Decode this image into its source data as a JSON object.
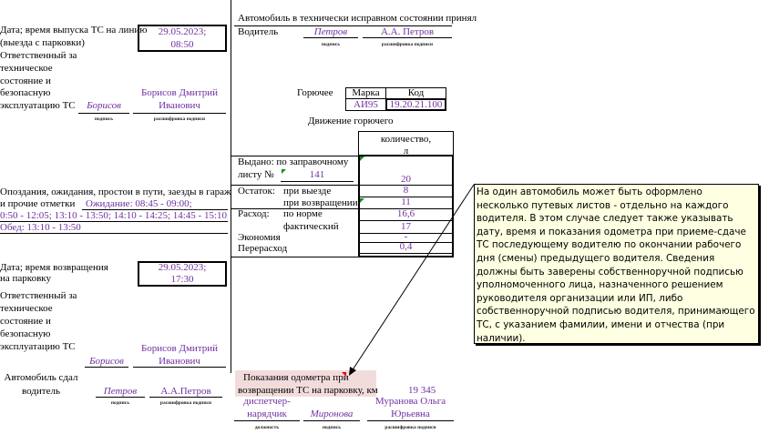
{
  "departure": {
    "label_line1": "Дата; время выпуска ТС на линию",
    "label_line2": "(выезда с парковки)",
    "date": "29.05.2023;",
    "time": "08:50",
    "responsible_lines": [
      "Ответственный за",
      "техническое",
      "состояние и",
      "безопасную",
      "эксплуатацию ТС"
    ],
    "signature": "Борисов",
    "name_line1": "Борисов Дмитрий",
    "name_line2": "Иванович",
    "sig_caption": "подпись",
    "name_caption": "расшифровка подписи"
  },
  "accepted": {
    "title": "Автомобиль в технически исправном состоянии принял",
    "driver_label": "Водитель",
    "signature": "Петров",
    "name": "А.А. Петров",
    "sig_caption": "подпись",
    "name_caption": "расшифровка подписи"
  },
  "fuel": {
    "label": "Горючее",
    "brand_header": "Марка",
    "code_header": "Код",
    "brand": "АИ95",
    "code": "19.20.21.100",
    "movement_title": "Движение горючего",
    "qty_header_1": "количество,",
    "qty_header_2": "л",
    "issued_1": "Выдано: по заправочному",
    "issued_2": "листу №",
    "sheet_no": "141",
    "issued_value": "20",
    "remain_label": "Остаток:",
    "on_departure": "при выезде",
    "on_departure_value": "8",
    "on_return": "при возвращении",
    "on_return_value": "11",
    "consumption_label": "Расход:",
    "by_norm": "по норме",
    "by_norm_value": "16,6",
    "actual": "фактический",
    "actual_value": "17",
    "economy": "Экономия",
    "economy_value": "-",
    "overuse": "Перерасход",
    "overuse_value": "0,4"
  },
  "delays": {
    "label_line1": "Опоздания, ожидания, простои в пути, заезды в гараж",
    "label_line2": "и прочие отметки",
    "line1": "Ожидание: 08:45 - 09:00;",
    "line2": "0:50 - 12:05; 13:10 - 13:50; 14:10 - 14:25; 14:45 - 15:10;",
    "line3": "Обед: 13:10 - 13:50"
  },
  "return": {
    "label_line1": "Дата; время возвращения",
    "label_line2": "на парковку",
    "date": "29.05.2023;",
    "time": "17:30",
    "responsible_lines": [
      "Ответственный за",
      "техническое",
      "состояние и",
      "безопасную",
      "эксплуатацию ТС"
    ],
    "signature": "Борисов",
    "name_line1": "Борисов Дмитрий",
    "name_line2": "Иванович",
    "handed_line1": "Автомобиль сдал",
    "handed_line2": "водитель",
    "driver_signature": "Петров",
    "driver_name": "А.А.Петров",
    "sig_caption": "подпись",
    "name_caption": "расшифровка подписи"
  },
  "odometer": {
    "label_line1": "Показания одометра при",
    "label_line2": "возвращении ТС на парковку, км",
    "value": "19 345"
  },
  "dispatcher": {
    "position_1": "диспетчер-",
    "position_2": "нарядчик",
    "signature": "Миронова",
    "name_1": "Муранова Ольга",
    "name_2": "Юрьевна",
    "position_caption": "должность",
    "sig_caption": "подпись",
    "name_caption": "расшифровка подписи"
  },
  "comment": {
    "text": "На один автомобиль может быть оформлено несколько путевых листов - отдельно на каждого водителя. В этом случае следует также указывать дату, время и показания одометра при приеме-сдаче ТС последующему водителю по окончании рабочего дня (смены) предыдущего водителя. Сведения должны быть заверены собственноручной подписью уполномоченного лица, назначенного решением руководителя организации или ИП, либо собственноручной подписью водителя, принимающего ТС, с указанием фамилии, имени и отчества (при наличии).",
    "background": "#ffffe1"
  }
}
